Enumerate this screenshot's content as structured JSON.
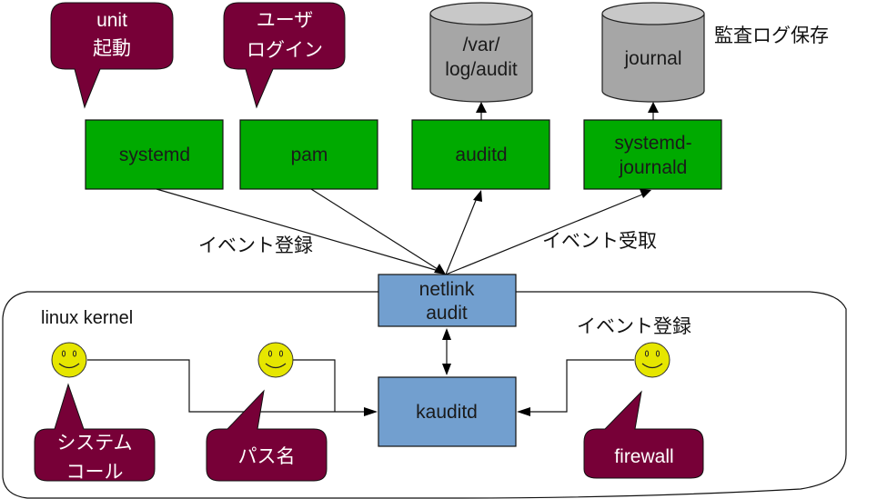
{
  "diagram": {
    "processes": [
      {
        "id": "systemd",
        "label": [
          "systemd"
        ]
      },
      {
        "id": "pam",
        "label": [
          "pam"
        ]
      },
      {
        "id": "auditd",
        "label": [
          "auditd"
        ]
      },
      {
        "id": "journald",
        "label": [
          "systemd-",
          "journald"
        ]
      }
    ],
    "storage": [
      {
        "id": "var-log-audit",
        "label": [
          "/var/",
          "log/audit"
        ]
      },
      {
        "id": "journal",
        "label": [
          "journal"
        ]
      }
    ],
    "storage_caption": "監査ログ保存",
    "top_bubbles": [
      {
        "id": "unit-start",
        "label": [
          "unit",
          "起動"
        ]
      },
      {
        "id": "user-login",
        "label": [
          "ユーザ",
          "ログイン"
        ]
      }
    ],
    "annotations": {
      "event_register_top": "イベント登録",
      "event_receive": "イベント受取",
      "event_register_kernel": "イベント登録"
    },
    "kernel": {
      "label": "linux kernel",
      "netlink": [
        "netlink",
        "audit"
      ],
      "kauditd": "kauditd",
      "sources": [
        {
          "id": "syscall",
          "label": [
            "システム",
            "コール"
          ]
        },
        {
          "id": "pathname",
          "label": [
            "パス名"
          ]
        },
        {
          "id": "firewall",
          "label": [
            "firewall"
          ]
        }
      ]
    },
    "colors": {
      "process_box": "#00aa00",
      "kernel_box": "#729fcf",
      "bubble": "#770037",
      "storage": "#a6a6a6",
      "face": "#e6e600"
    }
  }
}
